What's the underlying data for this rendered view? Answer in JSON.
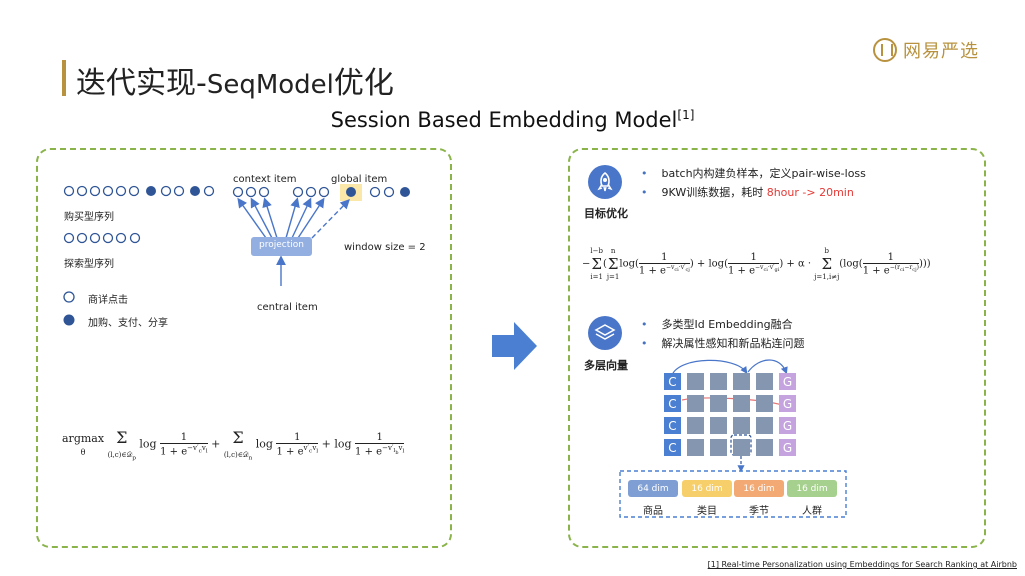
{
  "header": {
    "title_cn": "迭代实现-",
    "title_latin": "SeqModel",
    "title_cn2": "优化",
    "logo_text": "网易严选"
  },
  "subtitle": {
    "text": "Session Based Embedding Model",
    "sup": "[1]"
  },
  "left": {
    "context_item": "context item",
    "global_item": "global item",
    "projection": "projection",
    "window_size": "window size = 2",
    "central_item": "central item",
    "purchase_seq": "购买型序列",
    "explore_seq": "探索型序列",
    "legend_click": "商详点击",
    "legend_buy": "加购、支付、分享",
    "formula": "argmax_θ Σ_(l,c)∈D_p log 1/(1+e^{-v'_c v_l}) + Σ_(l,c)∈D_n log 1/(1+e^{v'_c v_l}) + log 1/(1+e^{-v'_{l_b} v_l})"
  },
  "right": {
    "goal_label": "目标优化",
    "goal_bullets": [
      {
        "text": "batch内构建负样本，定义pair-wise-loss"
      },
      {
        "text": "9KW训练数据，耗时 ",
        "hl": "8hour -> 20min"
      }
    ],
    "loss_formula": "-Σ_{i=1}^{l-b}(Σ_{j=1}^{n} log(1/(1+e^{-v_{ci}·v'_{cj}})) + log(1/(1+e^{-v_{ci}·v'_{gi}})) + α·Σ_{j=1,i≠j}^{b}(log(1/(1+e^{-(r_{ci}-r_{cj})}))))",
    "multi_label": "多层向量",
    "multi_bullets": [
      {
        "text": "多类型Id Embedding融合"
      },
      {
        "text": "解决属性感知和新品粘连问题"
      }
    ],
    "grid_c": "C",
    "grid_g": "G",
    "dims": [
      {
        "dim": "64 dim",
        "label": "商品",
        "color": "#7f9fd4"
      },
      {
        "dim": "16 dim",
        "label": "类目",
        "color": "#f7cf6a"
      },
      {
        "dim": "16 dim",
        "label": "季节",
        "color": "#f2a974"
      },
      {
        "dim": "16 dim",
        "label": "人群",
        "color": "#a6d08e"
      }
    ]
  },
  "footnote": "[1] Real-time Personalization using Embeddings for Search Ranking at Airbnb"
}
